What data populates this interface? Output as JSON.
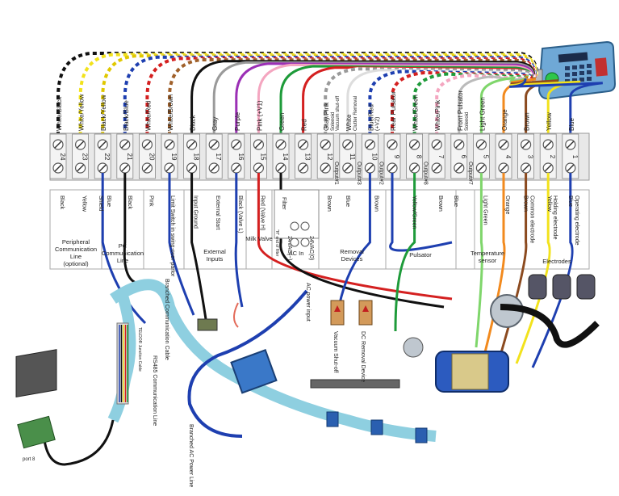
{
  "terminals": [
    "24",
    "23",
    "22",
    "21",
    "20",
    "19",
    "18",
    "17",
    "16",
    "15",
    "14",
    "13",
    "12",
    "11",
    "10",
    "9",
    "8",
    "7",
    "6",
    "5",
    "4",
    "3",
    "2",
    "1"
  ],
  "wire_labels": [
    "White/Black",
    "White/Yellow",
    "Black/Yellow",
    "Black/Blue",
    "White/Red",
    "White/Brown",
    "Black",
    "Gray",
    "Purple",
    "Pink (+V1)",
    "Green",
    "Red",
    "Gray/Pink",
    "White",
    "Blue/Red",
    "Rear Pulsator",
    "White/Green",
    "White/Pink",
    "Front Pulsator",
    "Light Green",
    "Orange",
    "Brown",
    "Yellow",
    "Blue"
  ],
  "wire_sublabels": [
    "Solenoid",
    "Vacuum shut-off",
    "Clutter Removal",
    "(+V2)",
    "Solenoid"
  ],
  "wire_colors": {
    "white_black": "#111111",
    "white_yellow": "#f2e21c",
    "black_yellow": "#e0c800",
    "black_blue": "#1e3fb0",
    "white_red": "#d42020",
    "white_brown": "#a0602a",
    "black": "#111111",
    "gray": "#9a9a9a",
    "purple": "#9b2fb5",
    "pink": "#f4a6c0",
    "green": "#1e9b3a",
    "red": "#d42020",
    "blue": "#1e3fb0",
    "light_green": "#7fd66b",
    "orange": "#f28a1e",
    "brown": "#8b4a1f",
    "yellow": "#f2e21c",
    "cable": "#8ecfe0"
  },
  "output_labels": [
    "Output#1",
    "Output#3",
    "Output#2",
    "Output#8",
    "Output#7"
  ],
  "lower_labels": {
    "black": "Black",
    "yellow": "Yellow",
    "shield": "Shield",
    "blue": "Blue",
    "black2": "Black",
    "pink": "Pink",
    "limit_switch": "Limit Switch in swing-over parlor",
    "input_ground": "Input Ground",
    "external_start": "External Start",
    "black_valve": "Black (Valve L)",
    "red_valve": "Red (Valve H)",
    "filter": "Filter",
    "filter_note": "\"H\" end of filter",
    "vac24": "24VAC(~)",
    "vac24b": "24VAC(0)",
    "ac_in": "AC In",
    "brown1": "Brown",
    "blue1": "Blue",
    "brown2": "Brown",
    "yellow_green": "Yellow/Green",
    "brown3": "Brown",
    "blue2": "Blue",
    "light_green": "Light Green",
    "orange": "Orange",
    "brown4": "Brown",
    "common": "Common electrode",
    "holding": "Holding electrode",
    "blue3": "Blue",
    "operating": "Operating electrode"
  },
  "group_labels": {
    "peripheral": "Peripheral Communication Line (optional)",
    "pc": "PC Communication Line",
    "external_inputs": "External Inputs",
    "milk_valve": "Milk Valve",
    "ac_in": "AC In",
    "removal": "Removal Devices",
    "pulsator": "Pulsator",
    "temperature": "Temperature sensor",
    "electrodes": "Electrodes"
  },
  "device_labels": {
    "branched_comm": "Branched Communication Cable",
    "rs485": "RS485 Communication Line",
    "teldor": "TELDOR Junction Cable",
    "ac_power_input": "AC power input",
    "branched_ac": "Branched AC Power Line",
    "vacuum": "Vacuum Shut-off",
    "dc_removal": "DC Removal Device",
    "port": "port 8"
  }
}
